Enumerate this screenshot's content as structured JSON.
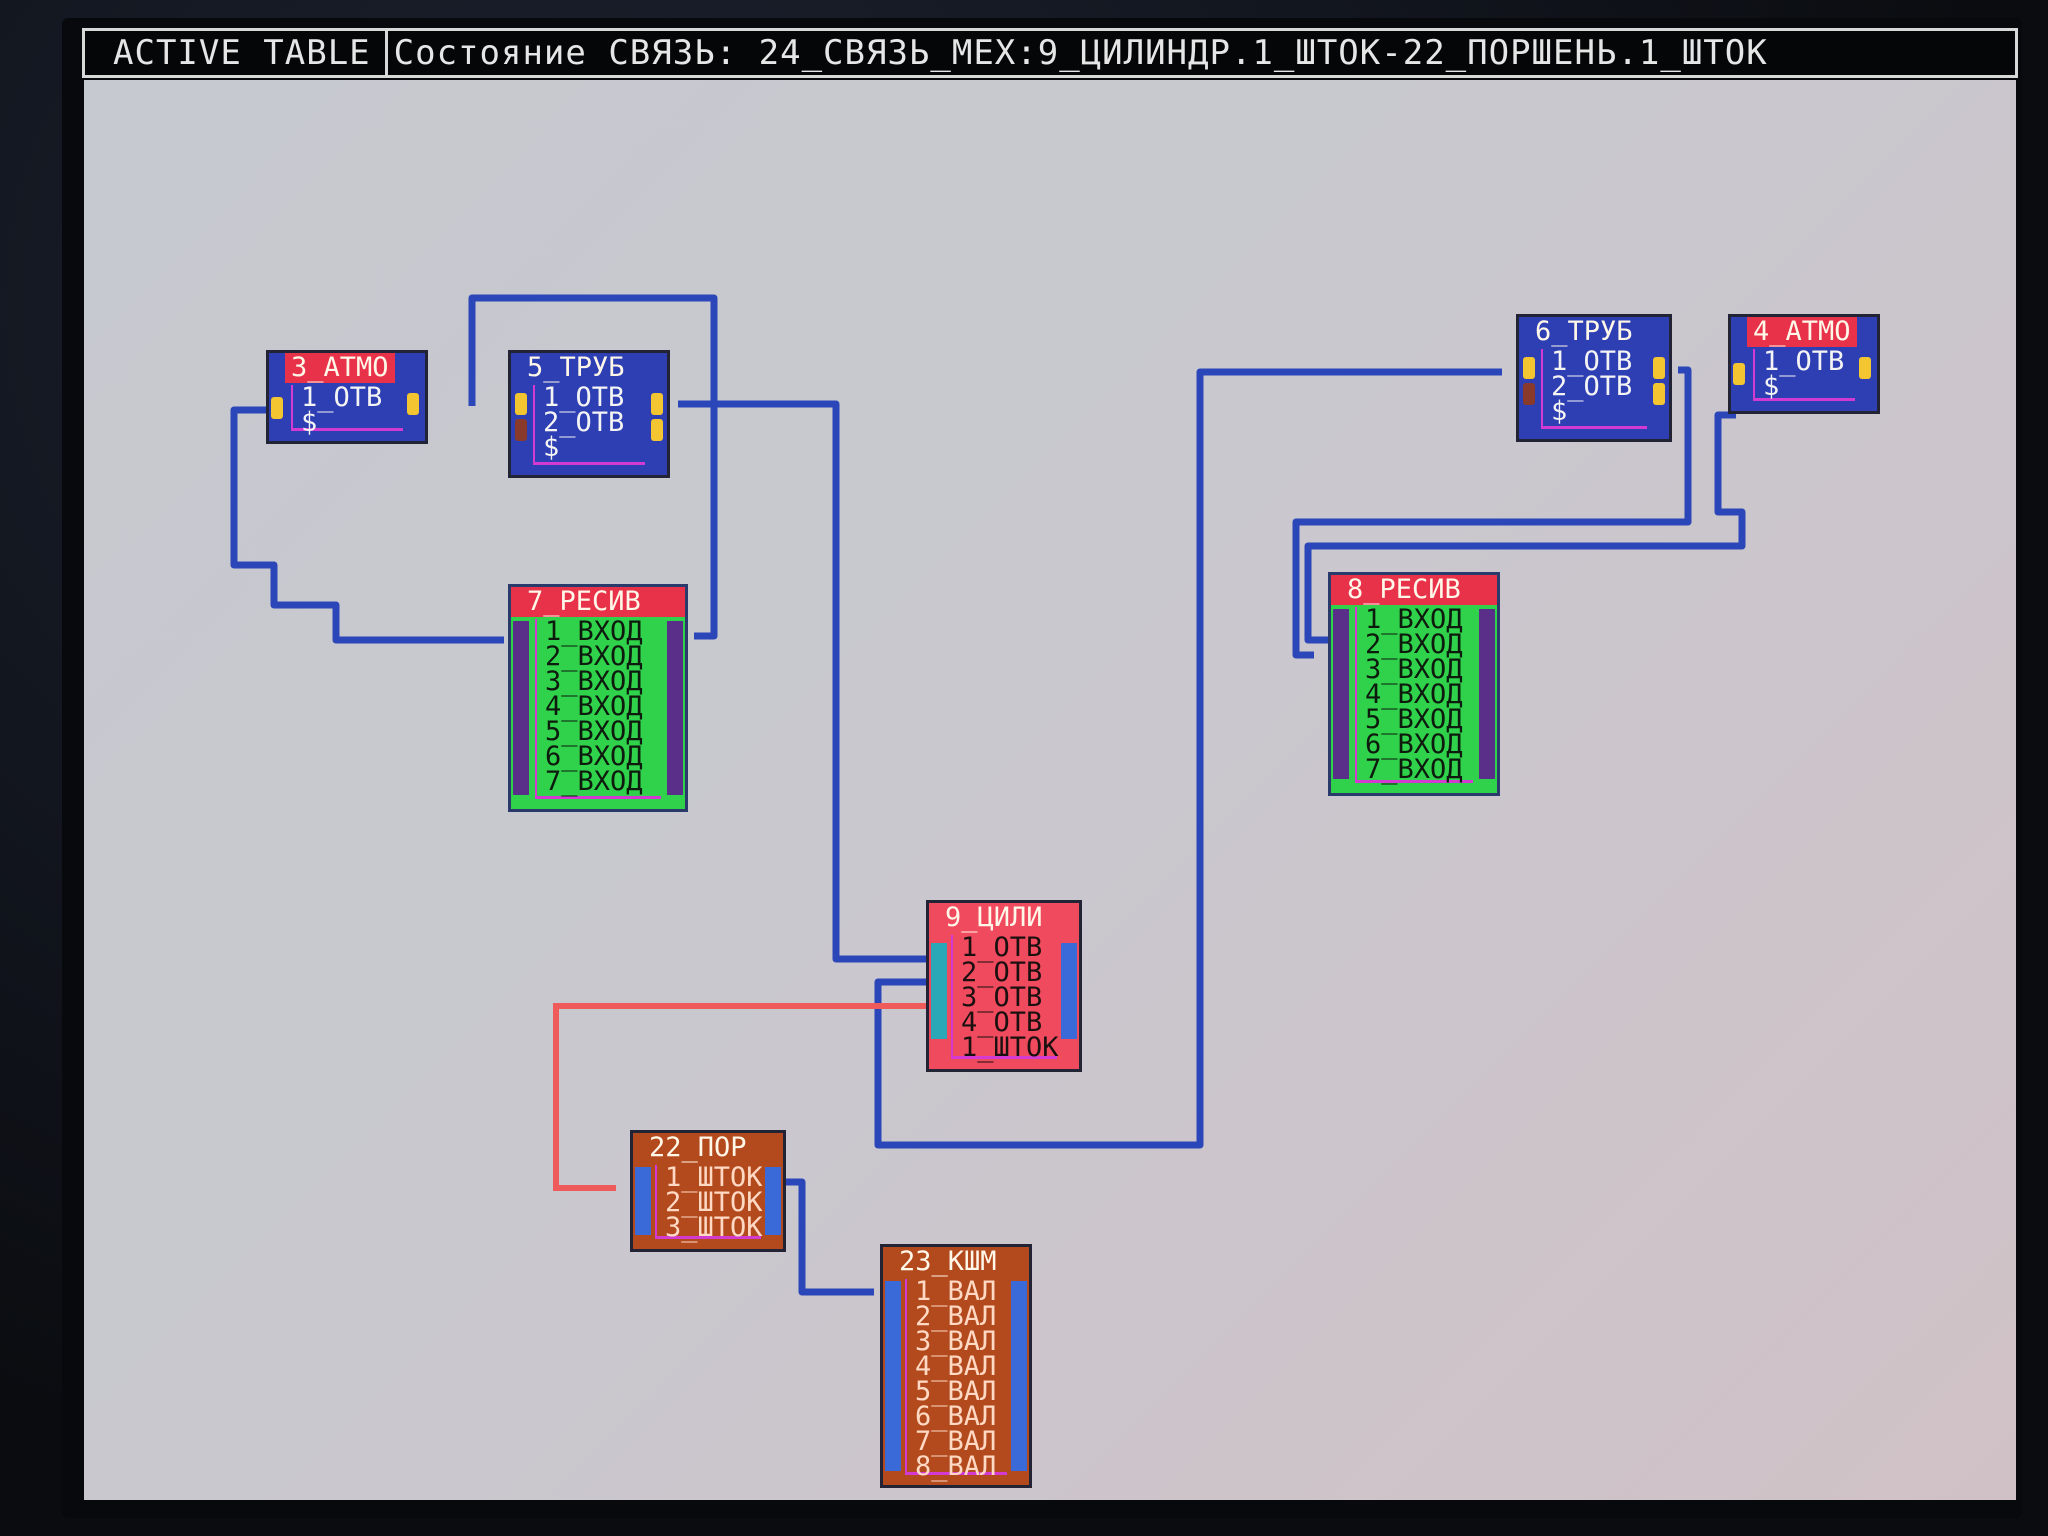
{
  "window": {
    "app_name": "ACTIVE TABLE",
    "status_line": "Состояние СВЯЗЬ: 24_СВЯЗЬ_МЕХ:9_ЦИЛИНДР.1_ШТОК-22_ПОРШЕНЬ.1_ШТОК"
  },
  "colors": {
    "wire_default": "#2a46b8",
    "wire_selected": "#ef5a5a",
    "node_pipe": "#2e3fb3",
    "node_receiver": "#2fd24a",
    "node_cylinder": "#f04a5e",
    "node_piston": "#b34a1e",
    "header_accent": "#e8324a",
    "pin_yellow": "#f2c531",
    "pin_blue": "#3a6ad8",
    "pin_purple": "#6b2f9a"
  },
  "nodes": {
    "atmo3": {
      "title": "3_АТМО",
      "ports": [
        "1_ОТВ",
        "$"
      ]
    },
    "trub5": {
      "title": "5_ТРУБ",
      "ports": [
        "1_ОТВ",
        "2_ОТВ",
        "$"
      ]
    },
    "resiv7": {
      "title": "7_РЕСИВ",
      "ports": [
        "1_ВХОД",
        "2_ВХОД",
        "3_ВХОД",
        "4_ВХОД",
        "5_ВХОД",
        "6_ВХОД",
        "7_ВХОД"
      ]
    },
    "trub6": {
      "title": "6_ТРУБ",
      "ports": [
        "1_ОТВ",
        "2_ОТВ",
        "$"
      ]
    },
    "atmo4": {
      "title": "4_АТМО",
      "ports": [
        "1_ОТВ",
        "$"
      ]
    },
    "resiv8": {
      "title": "8_РЕСИВ",
      "ports": [
        "1_ВХОД",
        "2_ВХОД",
        "3_ВХОД",
        "4_ВХОД",
        "5_ВХОД",
        "6_ВХОД",
        "7_ВХОД"
      ]
    },
    "cyl9": {
      "title": "9_ЦИЛИ",
      "ports": [
        "1_ОТВ",
        "2_ОТВ",
        "3_ОТВ",
        "4_ОТВ",
        "1_ШТОК"
      ]
    },
    "por22": {
      "title": "22_ПОР",
      "ports": [
        "1_ШТОК",
        "2_ШТОК",
        "3_ШТОК"
      ]
    },
    "kshm23": {
      "title": "23_КШМ",
      "ports": [
        "1_ВАЛ",
        "2_ВАЛ",
        "3_ВАЛ",
        "4_ВАЛ",
        "5_ВАЛ",
        "6_ВАЛ",
        "7_ВАЛ",
        "8_ВАЛ"
      ]
    }
  }
}
